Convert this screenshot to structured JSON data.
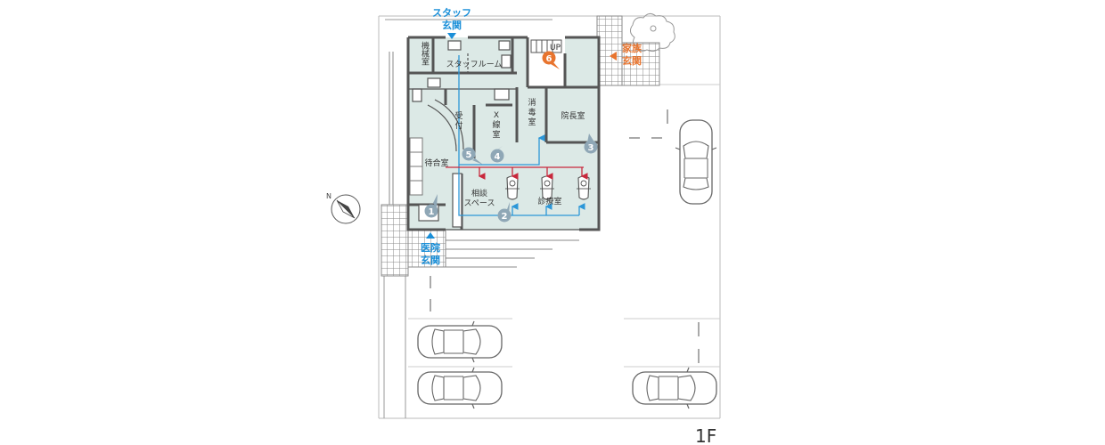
{
  "colors": {
    "floor": "#dce9e6",
    "wall": "#555555",
    "tile": "#8a8a8a",
    "staff_accent": "#1a8fd8",
    "family_accent": "#e8742e",
    "marker": "#8fa7b6",
    "flow_blue": "#2c97d8",
    "flow_red": "#c8283c"
  },
  "rooms": {
    "machine": "機械室",
    "staff_room": "スタッフルーム",
    "reception_a": "受",
    "reception_b": "付",
    "xray_a": "X",
    "xray_b": "線",
    "xray_c": "室",
    "disinfect_a": "消",
    "disinfect_b": "毒",
    "disinfect_c": "室",
    "director": "院長室",
    "waiting": "待合室",
    "consult_a": "相談",
    "consult_b": "スペース",
    "exam": "診療室",
    "stairs_up": "UP"
  },
  "entrances": {
    "staff_line1": "スタッフ",
    "staff_line2": "玄関",
    "family_line1": "家族",
    "family_line2": "玄関",
    "clinic_line1": "医院",
    "clinic_line2": "玄関"
  },
  "markers": [
    "1",
    "2",
    "3",
    "4",
    "5",
    "6"
  ],
  "floor_label": "1F",
  "icons": [
    "compass-icon",
    "car-icon",
    "tree-icon",
    "dental-chair-icon"
  ]
}
